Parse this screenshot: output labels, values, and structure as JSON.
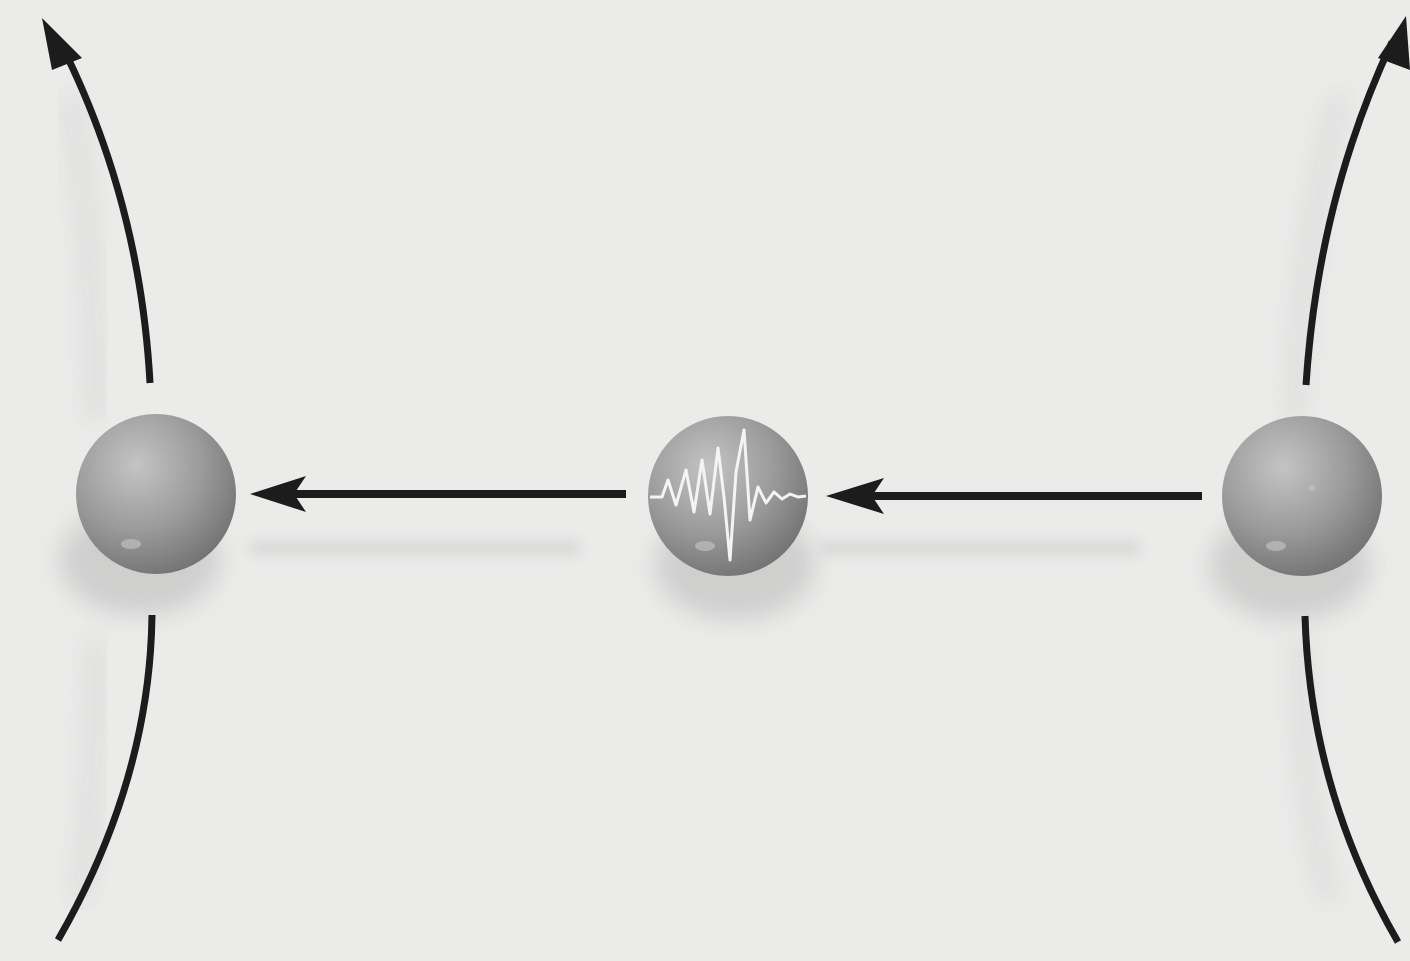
{
  "diagram": {
    "background_color": "#ebebea",
    "line_color": "#1c1c1c",
    "sphere_color": "#9a9a9a",
    "sphere_highlight_color": "#c4c4c4",
    "sphere_shadow_color": "#6f6f6f",
    "waveform_color": "#f4f4f4",
    "particles": [
      {
        "id": "left",
        "has_waveform": false
      },
      {
        "id": "center",
        "has_waveform": true
      },
      {
        "id": "right",
        "has_waveform": false
      }
    ],
    "arrows": [
      {
        "id": "right-to-center",
        "direction": "left"
      },
      {
        "id": "center-to-left",
        "direction": "left"
      }
    ],
    "boundary_curves": [
      {
        "id": "left-upper",
        "has_arrowhead": true
      },
      {
        "id": "left-lower",
        "has_arrowhead": false
      },
      {
        "id": "right-upper",
        "has_arrowhead": true
      },
      {
        "id": "right-lower",
        "has_arrowhead": false
      }
    ]
  }
}
